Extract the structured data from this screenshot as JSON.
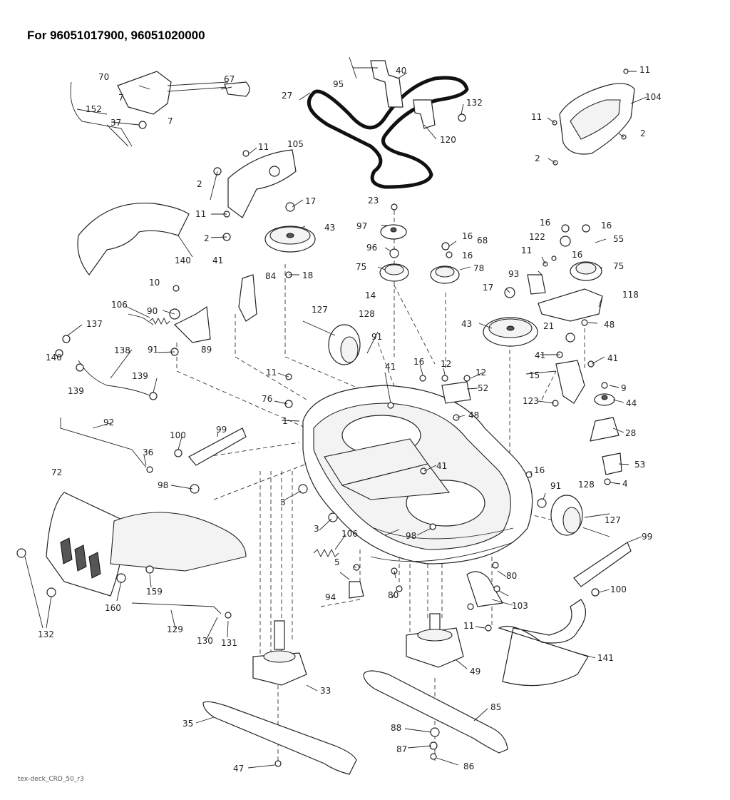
{
  "header": {
    "title": "For 96051017900, 96051020000"
  },
  "footer": {
    "drawing_id": "tex-deck_CRD_50_r3"
  },
  "diagram": {
    "callouts": [
      "1",
      "2",
      "3",
      "4",
      "5",
      "7",
      "9",
      "10",
      "11",
      "12",
      "14",
      "15",
      "16",
      "17",
      "18",
      "21",
      "23",
      "27",
      "28",
      "33",
      "35",
      "36",
      "37",
      "40",
      "41",
      "43",
      "44",
      "47",
      "48",
      "49",
      "52",
      "53",
      "55",
      "67",
      "68",
      "70",
      "72",
      "75",
      "76",
      "78",
      "80",
      "84",
      "85",
      "86",
      "87",
      "88",
      "89",
      "90",
      "91",
      "92",
      "93",
      "94",
      "95",
      "96",
      "97",
      "98",
      "99",
      "100",
      "103",
      "104",
      "105",
      "106",
      "118",
      "120",
      "122",
      "123",
      "127",
      "128",
      "129",
      "130",
      "131",
      "132",
      "137",
      "138",
      "139",
      "140",
      "141",
      "152",
      "159",
      "160"
    ]
  }
}
